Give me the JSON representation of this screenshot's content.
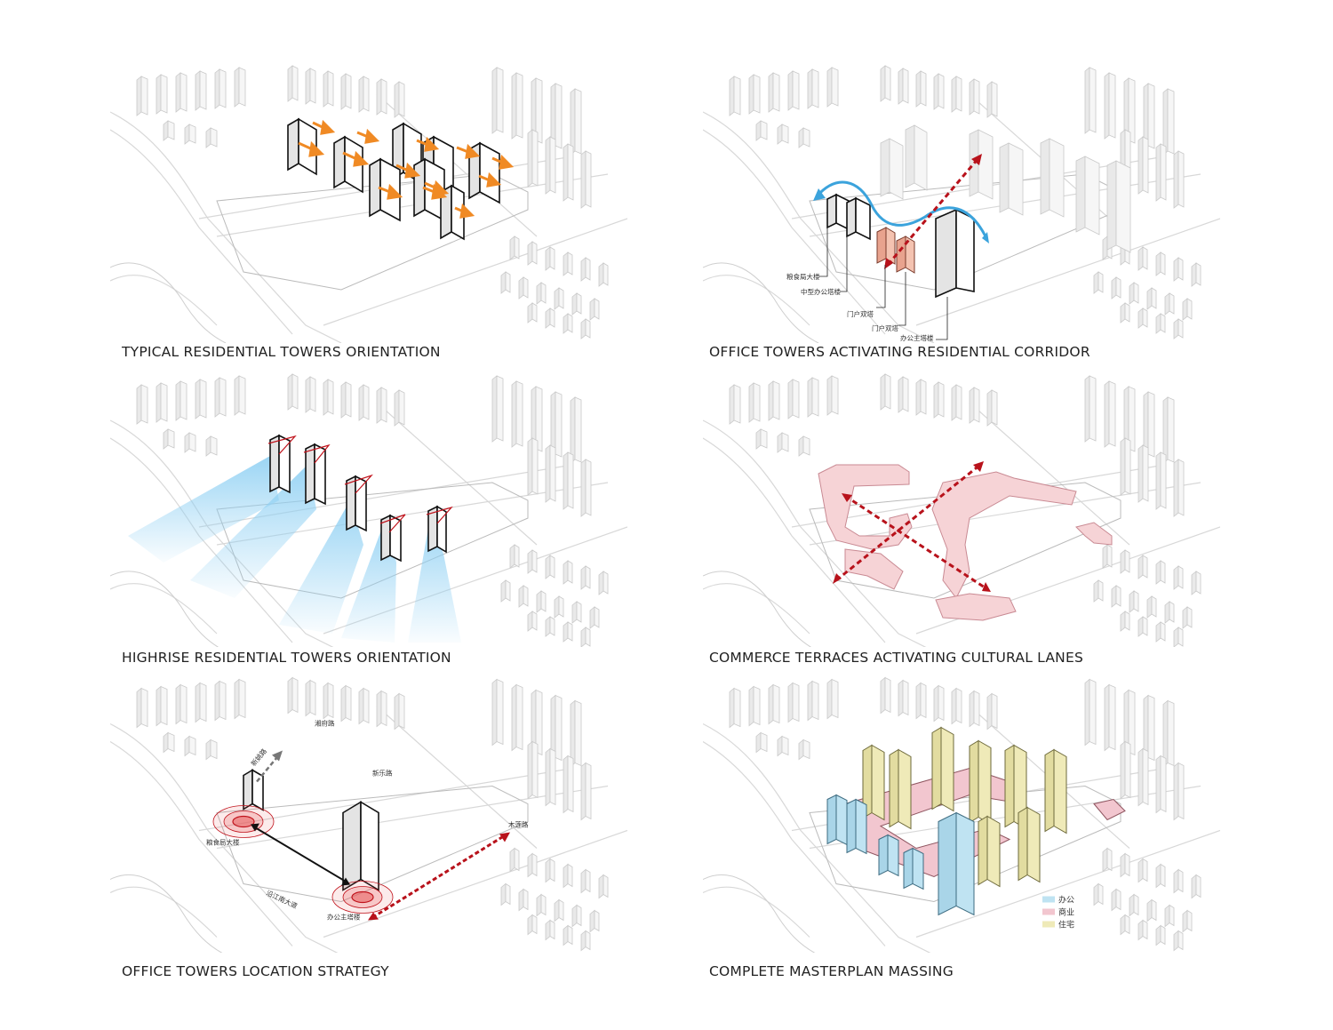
{
  "panels": [
    {
      "id": "p1",
      "caption": "TYPICAL RESIDENTIAL TOWERS ORIENTATION"
    },
    {
      "id": "p2",
      "caption": "OFFICE TOWERS ACTIVATING RESIDENTIAL CORRIDOR",
      "labels": {
        "grain_bureau": "粮食局大楼",
        "mid_office": "中型办公塔楼",
        "gate_a": "门户双塔",
        "gate_b": "门户双塔",
        "main_office": "办公主塔楼"
      }
    },
    {
      "id": "p3",
      "caption": "HIGHRISE RESIDENTIAL TOWERS ORIENTATION"
    },
    {
      "id": "p4",
      "caption": "COMMERCE TERRACES ACTIVATING CULTURAL LANES"
    },
    {
      "id": "p5",
      "caption": "OFFICE TOWERS LOCATION STRATEGY",
      "labels": {
        "grain_bureau": "粮食局大楼",
        "main_office": "办公主塔楼",
        "avenue": "沿江南大道",
        "road_a": "湘府路",
        "road_b": "新姚路",
        "road_c": "新乐路",
        "road_d": "木莲路"
      }
    },
    {
      "id": "p6",
      "caption": "COMPLETE MASTERPLAN MASSING",
      "legend": [
        {
          "label": "办公",
          "color": "#bfe3f2"
        },
        {
          "label": "商业",
          "color": "#f2c6cf"
        },
        {
          "label": "住宅",
          "color": "#efeab8"
        }
      ]
    }
  ],
  "colors": {
    "orange_arrow": "#f08a24",
    "blue_flow": "#3ba3dc",
    "red_axis": "#b8121b",
    "sun_cone": "#8fd0f3",
    "terrace": "#f6d3d6"
  }
}
